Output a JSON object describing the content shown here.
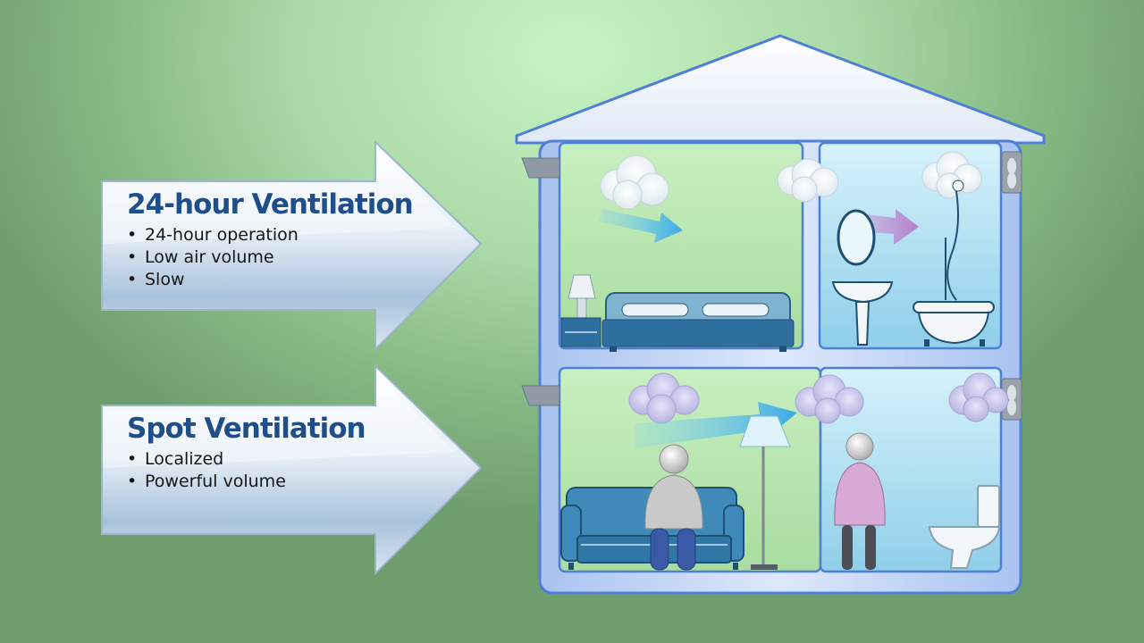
{
  "arrows": [
    {
      "title": "24-hour Ventilation",
      "bullets": [
        "24-hour operation",
        "Low air volume",
        "Slow"
      ]
    },
    {
      "title": "Spot Ventilation",
      "bullets": [
        "Localized",
        "Powerful volume"
      ]
    }
  ],
  "colors": {
    "title_blue": "#1f4f8a",
    "house_blue": "#4f7fd6",
    "bedroom_green": "#b9e7ae",
    "bathroom_blue": "#b7e5f5",
    "fresh_air_arrow": "#47b9ee",
    "exhaust_arrow": "#c08ad0"
  },
  "icons": [
    "bed-icon",
    "lamp-icon",
    "mirror-icon",
    "sink-icon",
    "shower-icon",
    "bathtub-icon",
    "sofa-icon",
    "floor-lamp-icon",
    "man-icon",
    "woman-icon",
    "toilet-icon",
    "vent-icon",
    "exhaust-fan-icon",
    "cloud-icon",
    "airflow-arrow-icon"
  ]
}
